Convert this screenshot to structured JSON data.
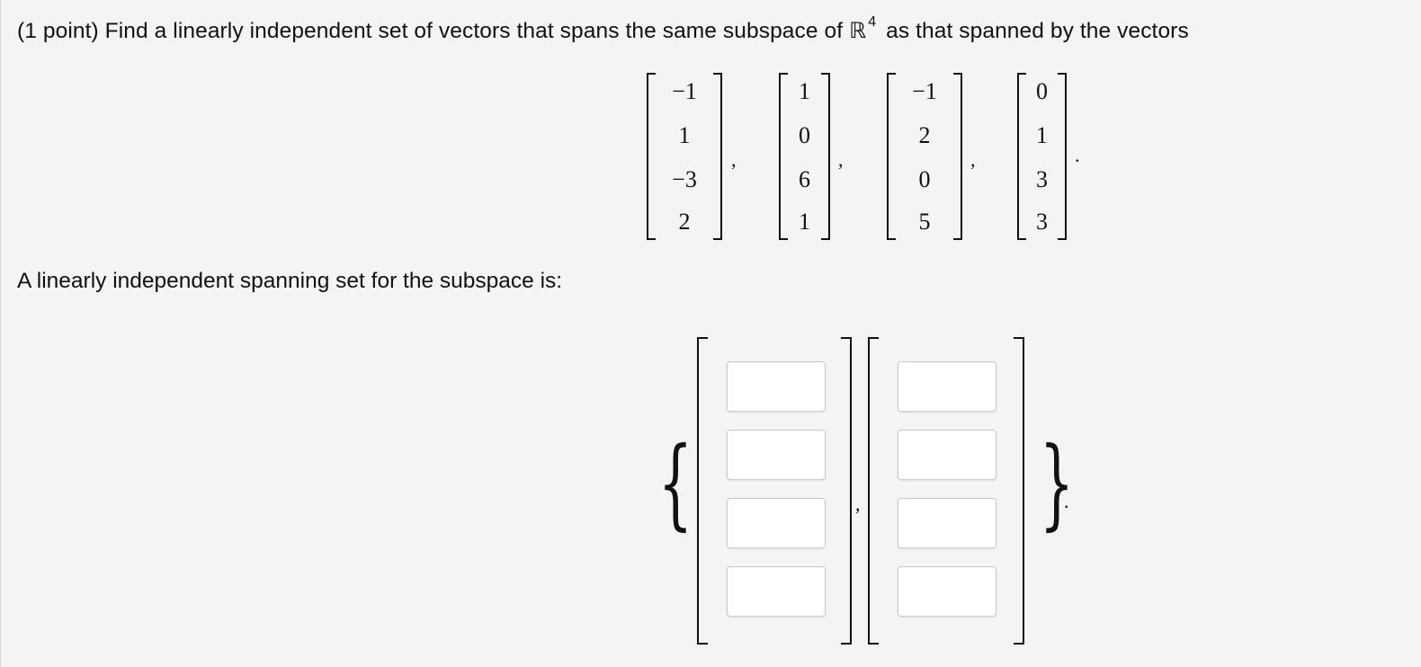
{
  "problem": {
    "prefix": "(1 point) Find a linearly independent set of vectors that spans the same subspace of",
    "space_symbol": "ℝ",
    "exponent": "4",
    "suffix": "as that spanned by the vectors"
  },
  "given_vectors": [
    [
      "−1",
      "1",
      "−3",
      "2"
    ],
    [
      "1",
      "0",
      "6",
      "1"
    ],
    [
      "−1",
      "2",
      "0",
      "5"
    ],
    [
      "0",
      "1",
      "3",
      "3"
    ]
  ],
  "given_separators": [
    ",",
    ",",
    ",",
    "."
  ],
  "answer": {
    "label": "A linearly independent spanning set for the subspace is:",
    "open_brace": "{",
    "close_brace": "}",
    "separator": ",",
    "terminator": ".",
    "vectors": [
      [
        "",
        "",
        "",
        ""
      ],
      [
        "",
        "",
        "",
        ""
      ]
    ]
  }
}
